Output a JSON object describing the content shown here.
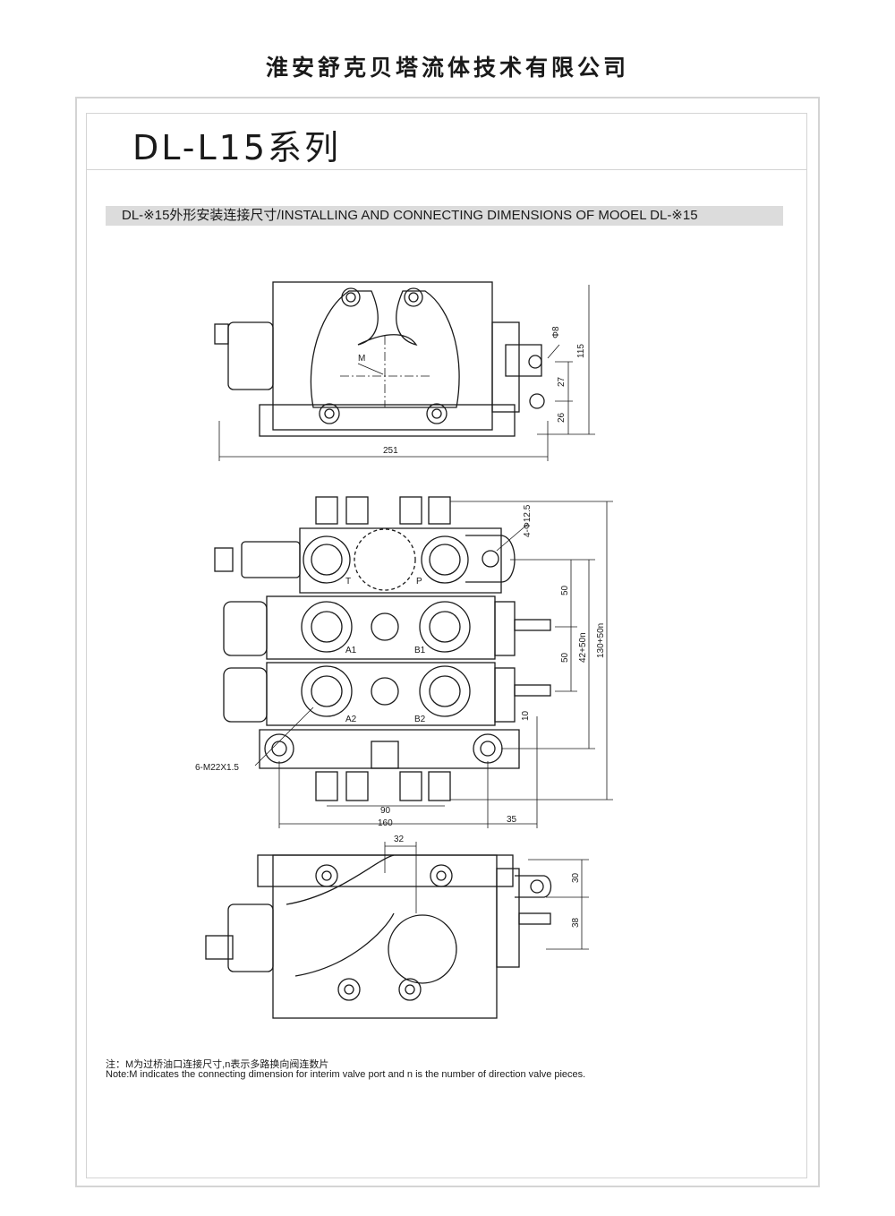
{
  "company": "淮安舒克贝塔流体技术有限公司",
  "series_title": "DL-L15系列",
  "banner": "DL-※15外形安装连接尺寸/INSTALLING AND CONNECTING DIMENSIONS OF MOOEL DL-※15",
  "top_view": {
    "dims": {
      "width": "251",
      "height": "115",
      "hole": "Φ8",
      "d27": "27",
      "d26": "26",
      "m": "M"
    }
  },
  "front_view": {
    "port_labels": [
      "T",
      "P",
      "A1",
      "B1",
      "A2",
      "B2"
    ],
    "dims": {
      "mount_holes": "4-Φ12.5",
      "v50a": "50",
      "v50b": "50",
      "v42": "42+50n",
      "v130": "130+50n",
      "v10": "10",
      "thread": "6-M22X1.5",
      "h90": "90",
      "h160": "160",
      "h35": "35"
    }
  },
  "bottom_view": {
    "dims": {
      "d32": "32",
      "d30": "30",
      "d38": "38"
    }
  },
  "notes": {
    "zh": "注：M为过桥油口连接尺寸,n表示多路换向阀连数片",
    "en": "Note:M indicates the connecting dimension for interim valve port and n is the number of direction valve pieces."
  }
}
